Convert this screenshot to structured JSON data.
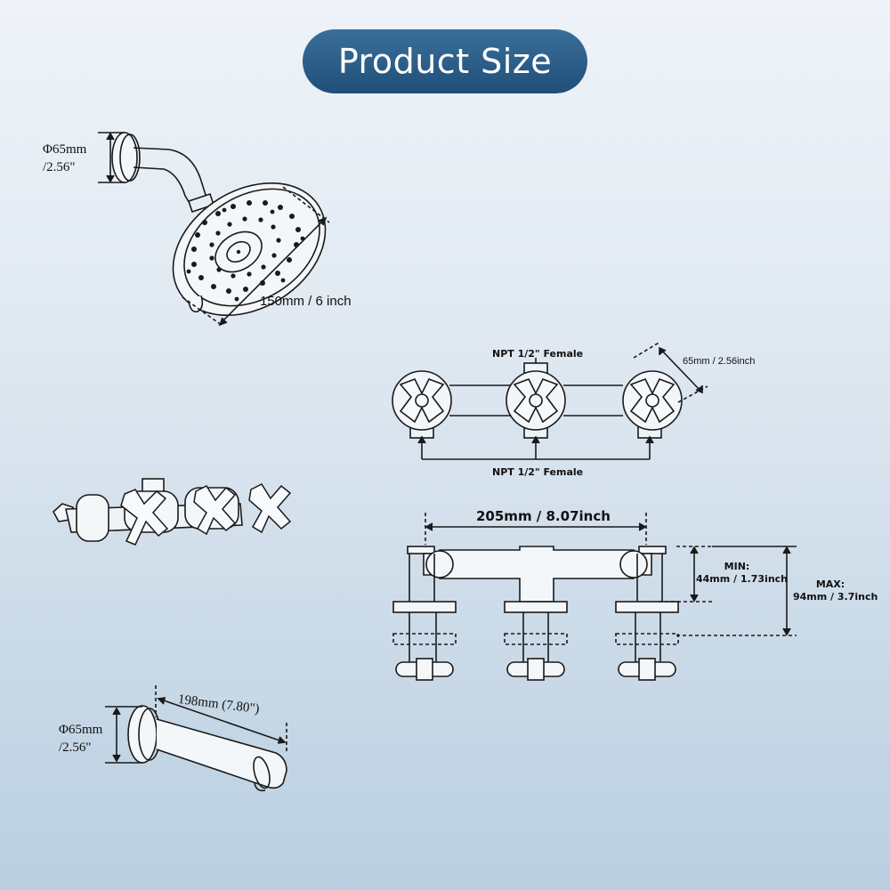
{
  "title": "Product Size",
  "shower_head": {
    "flange_dia": "Φ65mm",
    "flange_dia_inch": "/2.56\"",
    "head_dia": "150mm / 6 inch"
  },
  "valve_top_view": {
    "inlet_top": "NPT 1/2\" Female",
    "handle_dia": "65mm / 2.56inch",
    "inlet_bottom": "NPT 1/2\" Female"
  },
  "valve_front_view": {
    "center_spread": "205mm / 8.07inch",
    "min_label": "MIN:",
    "min_value": "44mm / 1.73inch",
    "max_label": "MAX:",
    "max_value": "94mm / 3.7inch"
  },
  "tub_spout": {
    "length": "198mm (7.80\")",
    "flange_dia": "Φ65mm",
    "flange_dia_inch": "/2.56\""
  },
  "colors": {
    "title_bg": "#2a5d87",
    "line": "#1a1a1a"
  }
}
